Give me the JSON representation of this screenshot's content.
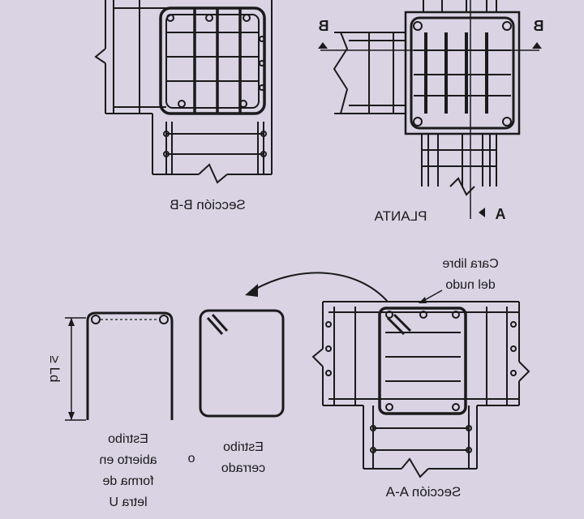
{
  "colors": {
    "background": "#d9d3e4",
    "ink": "#1a1a1a"
  },
  "labels": {
    "section_bb": "Sección B-B",
    "planta": "PLANTA",
    "section_aa": "Sección A-A",
    "cut_marker_b": "B",
    "cut_marker_a": "A",
    "cara_libre_line1": "Cara libre",
    "cara_libre_line2": "del nudo",
    "estribo_cerrado_line1": "Estribo",
    "estribo_cerrado_line2": "cerrado",
    "conjunction_o": "o",
    "estribo_u_line1": "Estribo",
    "estribo_u_line2": "abierto en",
    "estribo_u_line3": "forma de",
    "estribo_u_line4": "letra U",
    "dim_ld": "≥ Ld"
  },
  "mirrored": true
}
